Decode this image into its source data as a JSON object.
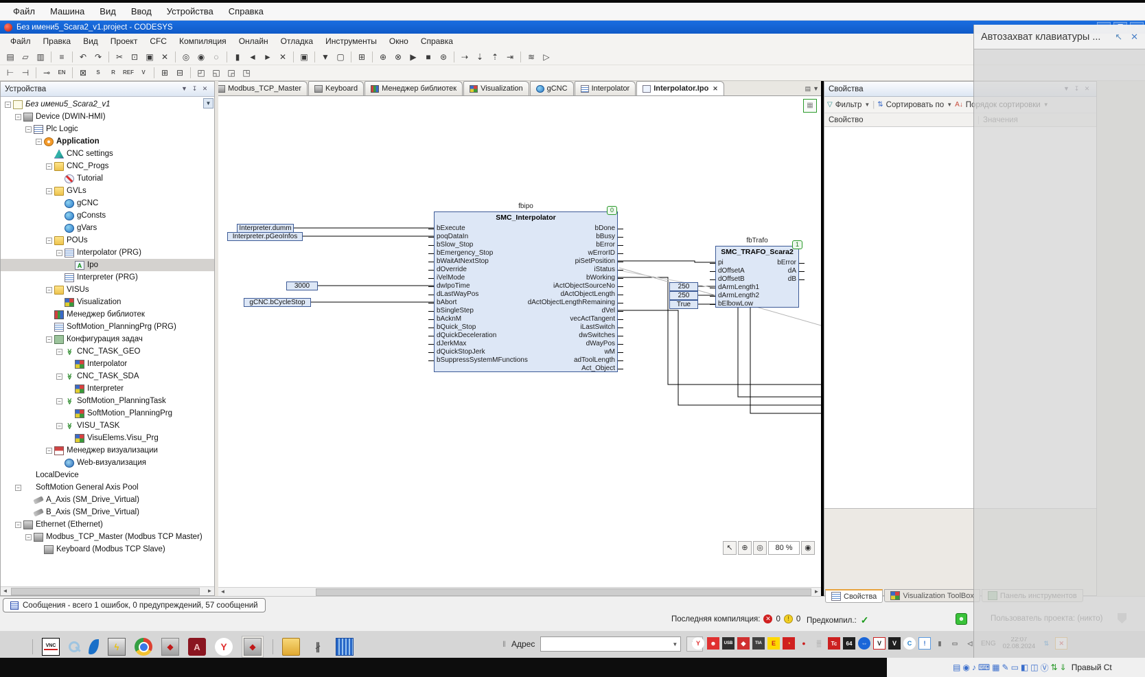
{
  "vm_menu": [
    "Файл",
    "Машина",
    "Вид",
    "Ввод",
    "Устройства",
    "Справка"
  ],
  "titlebar": {
    "title": "Без имени5_Scara2_v1.project - CODESYS",
    "buttons": [
      "—",
      "❒",
      "✕"
    ]
  },
  "app_menu": [
    "Файл",
    "Правка",
    "Вид",
    "Проект",
    "CFC",
    "Компиляция",
    "Онлайн",
    "Отладка",
    "Инструменты",
    "Окно",
    "Справка"
  ],
  "toolbar_main": [
    {
      "n": "new-project",
      "g": "▤"
    },
    {
      "n": "open-project",
      "g": "▱"
    },
    {
      "n": "save",
      "g": "▥"
    },
    {
      "sep": 1
    },
    {
      "n": "print",
      "g": "≡"
    },
    {
      "sep": 1
    },
    {
      "n": "undo",
      "g": "↶"
    },
    {
      "n": "redo",
      "g": "↷"
    },
    {
      "sep": 1
    },
    {
      "n": "cut",
      "g": "✂"
    },
    {
      "n": "copy",
      "g": "⊡"
    },
    {
      "n": "paste",
      "g": "▣"
    },
    {
      "n": "delete",
      "g": "✕"
    },
    {
      "sep": 1
    },
    {
      "n": "find",
      "g": "◎"
    },
    {
      "n": "replace",
      "g": "◉"
    },
    {
      "n": "find-all",
      "g": "◌"
    },
    {
      "sep": 1
    },
    {
      "n": "bookmark-toggle",
      "g": "▮"
    },
    {
      "n": "bookmark-prev",
      "g": "◄"
    },
    {
      "n": "bookmark-next",
      "g": "►"
    },
    {
      "n": "bookmark-clear",
      "g": "✕"
    },
    {
      "sep": 1
    },
    {
      "n": "clipboard",
      "g": "▣"
    },
    {
      "sep": 1
    },
    {
      "n": "build-menu",
      "g": "▼"
    },
    {
      "n": "generate-code",
      "g": "▢"
    },
    {
      "sep": 1
    },
    {
      "n": "device-grid",
      "g": "⊞"
    },
    {
      "sep": 1
    },
    {
      "n": "login",
      "g": "⊕"
    },
    {
      "n": "logout",
      "g": "⊗"
    },
    {
      "n": "start",
      "g": "▶"
    },
    {
      "n": "stop",
      "g": "■"
    },
    {
      "n": "tools",
      "g": "⊛"
    },
    {
      "sep": 1
    },
    {
      "n": "step-over",
      "g": "⇢"
    },
    {
      "n": "step-into",
      "g": "⇣"
    },
    {
      "n": "step-out",
      "g": "⇡"
    },
    {
      "n": "run-to-cursor",
      "g": "⇥"
    },
    {
      "sep": 1
    },
    {
      "n": "flow-control",
      "g": "≋"
    },
    {
      "n": "options",
      "g": "▷"
    }
  ],
  "toolbar_cfc": [
    {
      "n": "cfc-input",
      "g": "⊢"
    },
    {
      "n": "cfc-output",
      "g": "⊣"
    },
    {
      "sep": 1
    },
    {
      "n": "cfc-negate",
      "g": "⊸"
    },
    {
      "n": "cfc-en-eno",
      "g": "EN",
      "t": 1
    },
    {
      "sep": 1
    },
    {
      "n": "cfc-none",
      "g": "⊠"
    },
    {
      "n": "cfc-set",
      "g": "S",
      "t": 1
    },
    {
      "n": "cfc-reset",
      "g": "R",
      "t": 1
    },
    {
      "n": "cfc-ref",
      "g": "REF",
      "t": 1
    },
    {
      "n": "cfc-var",
      "g": "V",
      "t": 1
    },
    {
      "sep": 1
    },
    {
      "n": "cfc-add-pin",
      "g": "⊞"
    },
    {
      "n": "cfc-remove-pin",
      "g": "⊟"
    },
    {
      "sep": 1
    },
    {
      "n": "cfc-order-front",
      "g": "◰"
    },
    {
      "n": "cfc-order-back",
      "g": "◱"
    },
    {
      "n": "cfc-order-up",
      "g": "◲"
    },
    {
      "n": "cfc-order-down",
      "g": "◳"
    }
  ],
  "devices": {
    "title": "Устройства",
    "items": [
      {
        "l": "Без имени5_Scara2_v1",
        "d": 0,
        "i": "project",
        "e": "-",
        "it": 1
      },
      {
        "l": "Device (DWIN-HMI)",
        "d": 1,
        "i": "device",
        "e": "-"
      },
      {
        "l": "Plc Logic",
        "d": 2,
        "i": "plclogic",
        "e": "-"
      },
      {
        "l": "Application",
        "d": 3,
        "i": "app",
        "e": "-",
        "b": 1
      },
      {
        "l": "CNC settings",
        "d": 4,
        "i": "cncset",
        "e": ""
      },
      {
        "l": "CNC_Progs",
        "d": 4,
        "i": "folder",
        "e": "-"
      },
      {
        "l": "Tutorial",
        "d": 5,
        "i": "cncprog",
        "e": ""
      },
      {
        "l": "GVLs",
        "d": 4,
        "i": "folder",
        "e": "-"
      },
      {
        "l": "gCNC",
        "d": 5,
        "i": "gvl",
        "e": ""
      },
      {
        "l": "gConsts",
        "d": 5,
        "i": "gvl",
        "e": ""
      },
      {
        "l": "gVars",
        "d": 5,
        "i": "gvl",
        "e": ""
      },
      {
        "l": "POUs",
        "d": 4,
        "i": "folder",
        "e": "-"
      },
      {
        "l": "Interpolator (PRG)",
        "d": 5,
        "i": "prg",
        "e": "-"
      },
      {
        "l": "Ipo",
        "d": 6,
        "i": "action",
        "e": "",
        "sel": 1
      },
      {
        "l": "Interpreter (PRG)",
        "d": 5,
        "i": "prg",
        "e": ""
      },
      {
        "l": "VISUs",
        "d": 4,
        "i": "folder",
        "e": "-"
      },
      {
        "l": "Visualization",
        "d": 5,
        "i": "visu",
        "e": ""
      },
      {
        "l": "Менеджер библиотек",
        "d": 4,
        "i": "libmgr",
        "e": ""
      },
      {
        "l": "SoftMotion_PlanningPrg (PRG)",
        "d": 4,
        "i": "prg",
        "e": ""
      },
      {
        "l": "Конфигурация задач",
        "d": 4,
        "i": "taskcfg",
        "e": "-"
      },
      {
        "l": "CNC_TASK_GEO",
        "d": 5,
        "i": "task",
        "e": "-"
      },
      {
        "l": "Interpolator",
        "d": 6,
        "i": "taskcall",
        "e": ""
      },
      {
        "l": "CNC_TASK_SDA",
        "d": 5,
        "i": "task",
        "e": "-"
      },
      {
        "l": "Interpreter",
        "d": 6,
        "i": "taskcall",
        "e": ""
      },
      {
        "l": "SoftMotion_PlanningTask",
        "d": 5,
        "i": "task",
        "e": "-"
      },
      {
        "l": "SoftMotion_PlanningPrg",
        "d": 6,
        "i": "taskcall",
        "e": ""
      },
      {
        "l": "VISU_TASK",
        "d": 5,
        "i": "task",
        "e": "-"
      },
      {
        "l": "VisuElems.Visu_Prg",
        "d": 6,
        "i": "taskcall",
        "e": ""
      },
      {
        "l": "Менеджер визуализации",
        "d": 4,
        "i": "visumgr",
        "e": "-"
      },
      {
        "l": "Web-визуализация",
        "d": 5,
        "i": "webvisu",
        "e": ""
      },
      {
        "l": "LocalDevice",
        "d": 1,
        "i": "plug",
        "e": ""
      },
      {
        "l": "SoftMotion General Axis Pool",
        "d": 1,
        "i": "plug",
        "e": "-"
      },
      {
        "l": "A_Axis (SM_Drive_Virtual)",
        "d": 2,
        "i": "axis",
        "e": ""
      },
      {
        "l": "B_Axis (SM_Drive_Virtual)",
        "d": 2,
        "i": "axis",
        "e": ""
      },
      {
        "l": "Ethernet (Ethernet)",
        "d": 1,
        "i": "device",
        "e": "-"
      },
      {
        "l": "Modbus_TCP_Master (Modbus TCP Master)",
        "d": 2,
        "i": "device",
        "e": "-"
      },
      {
        "l": "Keyboard (Modbus TCP Slave)",
        "d": 3,
        "i": "device",
        "e": ""
      }
    ]
  },
  "tabs": [
    {
      "l": "Modbus_TCP_Master",
      "i": "device"
    },
    {
      "l": "Keyboard",
      "i": "device"
    },
    {
      "l": "Менеджер библиотек",
      "i": "libmgr"
    },
    {
      "l": "Visualization",
      "i": "visu"
    },
    {
      "l": "gCNC",
      "i": "gvl"
    },
    {
      "l": "Interpolator",
      "i": "prg"
    },
    {
      "l": "Interpolator.Ipo",
      "i": "action",
      "active": 1
    }
  ],
  "editor": {
    "zoom_level": "80 %",
    "interpolator": {
      "instance": "fbipo",
      "type": "SMC_Interpolator",
      "badge": "0",
      "inputs": [
        "bExecute",
        "poqDataIn",
        "bSlow_Stop",
        "bEmergency_Stop",
        "bWaitAtNextStop",
        "dOverride",
        "iVelMode",
        "dwIpoTime",
        "dLastWayPos",
        "bAbort",
        "bSingleStep",
        "bAcknM",
        "bQuick_Stop",
        "dQuickDeceleration",
        "dJerkMax",
        "dQuickStopJerk",
        "bSuppressSystemMFunctions"
      ],
      "outputs": [
        "bDone",
        "bBusy",
        "bError",
        "wErrorID",
        "piSetPosition",
        "iStatus",
        "bWorking",
        "iActObjectSourceNo",
        "dActObjectLength",
        "dActObjectLengthRemaining",
        "dVel",
        "vecActTangent",
        "iLastSwitch",
        "dwSwitches",
        "dWayPos",
        "wM",
        "adToolLength",
        "Act_Object"
      ]
    },
    "trafo": {
      "instance": "fbTrafo",
      "type": "SMC_TRAFO_Scara2",
      "badge": "1",
      "inputs": [
        "pi",
        "dOffsetA",
        "dOffsetB",
        "dArmLength1",
        "dArmLength2",
        "bElbowLow"
      ],
      "outputs": [
        "bError",
        "dA",
        "dB"
      ]
    },
    "source_boxes": [
      "Interpreter.dumm",
      "Interpreter.pGeoInfos",
      "3000",
      "gCNC.bCycleStop"
    ],
    "const_boxes": [
      "250",
      "250",
      "True"
    ]
  },
  "properties": {
    "title": "Свойства",
    "filter_label": "Фильтр",
    "sort_by_label": "Сортировать по",
    "sort_order_label": "Порядок сортировки",
    "col_property": "Свойство",
    "col_value": "Значения"
  },
  "bottom_tabs": [
    {
      "l": "Свойства",
      "i": "prg",
      "active": 1
    },
    {
      "l": "Visualization ToolBox",
      "i": "visu"
    },
    {
      "l": "Панель инструментов",
      "i": "taskcfg"
    }
  ],
  "messages": "Сообщения - всего 1 ошибок, 0 предупреждений, 57 сообщений",
  "statusbar": {
    "last_compile": "Последняя компиляция:",
    "errors": "0",
    "warnings": "0",
    "precompile": "Предкомпил.:",
    "project_user": "Пользователь проекта: (никто)"
  },
  "taskbar": {
    "address_label": "Адрес",
    "lang": "ENG",
    "clock_time": "22:07",
    "clock_date": "02.08.2024",
    "pinned": [
      {
        "n": "start",
        "g": "⊞",
        "c": "tb-start"
      },
      {
        "sep": 1
      },
      {
        "n": "vnc",
        "t": "VNC",
        "c": "tb-vnc"
      },
      {
        "n": "search",
        "c": "tb-search"
      },
      {
        "n": "wireshark",
        "c": "tb-wireshark"
      },
      {
        "n": "remote-desktop",
        "t": "ϟ",
        "c": "tb-remote"
      },
      {
        "n": "chrome",
        "c": "tb-chrome"
      },
      {
        "n": "codesys",
        "t": "◆",
        "c": "tb-codesys"
      },
      {
        "n": "autocad",
        "t": "A",
        "c": "tb-autocad"
      },
      {
        "n": "yandex-browser",
        "t": "Y",
        "c": "tb-yandex"
      },
      {
        "n": "codesys-running",
        "t": "◆",
        "c": "tb-codesys",
        "active": 1
      },
      {
        "sep": 1
      },
      {
        "n": "explorer",
        "c": "tb-explorer"
      },
      {
        "n": "device-manager",
        "t": "∦",
        "c": "tb-plugs"
      },
      {
        "n": "library",
        "c": "tb-library"
      }
    ],
    "tray": [
      {
        "n": "yandex-tray",
        "t": "Y",
        "bg": "#ffffff",
        "fg": "#e03030",
        "r": 1
      },
      {
        "n": "robot-tray",
        "t": "☻",
        "bg": "#e03030",
        "fg": "#ffffff"
      },
      {
        "n": "usb-tray",
        "t": "USB",
        "bg": "#303030",
        "fg": "#ffffff",
        "fs": 6
      },
      {
        "n": "diamond-tray",
        "t": "◆",
        "bg": "#d03030",
        "fg": "#ffffff"
      },
      {
        "n": "tia-tray",
        "t": "TIA",
        "bg": "#404040",
        "fg": "#ffffff",
        "fs": 6
      },
      {
        "n": "e-tray",
        "t": "E",
        "bg": "#ffd800",
        "fg": "#cc2020"
      },
      {
        "n": "timer-tray",
        "t": "◔",
        "bg": "#d02020",
        "fg": "#ffe040"
      },
      {
        "n": "dot-tray",
        "t": "●",
        "bg": "",
        "fg": "#cc2020"
      },
      {
        "n": "gray-tray",
        "t": "▒",
        "bg": "",
        "fg": "#909090"
      },
      {
        "n": "twincat-tray",
        "t": "Tc",
        "bg": "#cc2020",
        "fg": "#ffffff",
        "fs": 8
      },
      {
        "n": "x64-tray",
        "t": "64",
        "bg": "#202020",
        "fg": "#ffffff",
        "fs": 8
      },
      {
        "n": "teamviewer-tray",
        "t": "⇔",
        "bg": "#1a66d8",
        "fg": "#ffffff",
        "r": 1
      },
      {
        "n": "vcheck-tray",
        "t": "V",
        "bg": "#ffffff",
        "fg": "#202020",
        "bd": "#cc2020"
      },
      {
        "n": "vblack-tray",
        "t": "V",
        "bg": "#202020",
        "fg": "#ffffff"
      },
      {
        "n": "c-tray",
        "t": "C",
        "bg": "#ffffff",
        "fg": "#2080cc",
        "r": 1
      },
      {
        "n": "notification-tray",
        "t": "!",
        "bg": "#ffffff",
        "fg": "#2a6ac8",
        "bd": "#5a9ae0"
      },
      {
        "n": "battery-tray",
        "t": "▮",
        "bg": "",
        "fg": "#707070"
      },
      {
        "n": "display-tray",
        "t": "▭",
        "bg": "",
        "fg": "#707070"
      },
      {
        "n": "audio-tray",
        "t": "◁",
        "bg": "",
        "fg": "#707070"
      }
    ],
    "tray_after_clock": [
      {
        "n": "sort-tray",
        "t": "⇅",
        "bg": "",
        "fg": "#2080d0"
      },
      {
        "n": "chat-close-tray",
        "t": "✕",
        "bg": "#ffffff",
        "fg": "#d03030",
        "bd": "#e0a030"
      }
    ]
  },
  "vbox": {
    "notification_title": "Автозахват клавиатуры ...",
    "host_key": "Правый Ct",
    "status_icons": [
      {
        "n": "hdd",
        "g": "▤"
      },
      {
        "n": "optical",
        "g": "◉"
      },
      {
        "n": "audio",
        "g": "♪"
      },
      {
        "n": "usb",
        "g": "⌨"
      },
      {
        "n": "network",
        "g": "▦"
      },
      {
        "n": "clipboard",
        "g": "✎"
      },
      {
        "n": "display",
        "g": "▭"
      },
      {
        "n": "windows",
        "g": "◧"
      },
      {
        "n": "pages",
        "g": "◫"
      },
      {
        "n": "vbox-logo",
        "g": "Ⓥ"
      },
      {
        "n": "arrows",
        "g": "⇅",
        "green": 1
      },
      {
        "n": "download",
        "g": "⇓",
        "green": 1
      }
    ]
  }
}
